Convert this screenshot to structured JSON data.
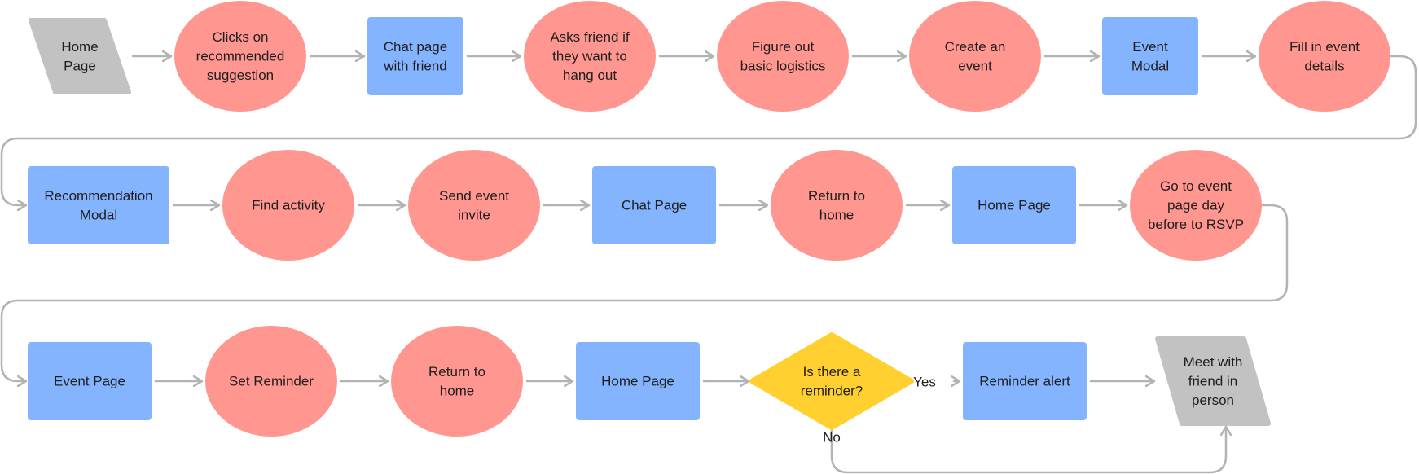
{
  "colors": {
    "process_fill": "#ff968f",
    "screen_fill": "#85b4ff",
    "terminal_fill": "#c2c2c2",
    "decision_fill": "#ffd02f",
    "connector": "#b3b3b3",
    "text": "#1e1e1e"
  },
  "nodes": [
    {
      "id": "n1",
      "type": "terminal",
      "lines": [
        "Home",
        "Page"
      ]
    },
    {
      "id": "n2",
      "type": "process",
      "lines": [
        "Clicks on",
        "recommended",
        "suggestion"
      ]
    },
    {
      "id": "n3",
      "type": "screen",
      "lines": [
        "Chat page",
        "with friend"
      ]
    },
    {
      "id": "n4",
      "type": "process",
      "lines": [
        "Asks friend if",
        "they want to",
        "hang out"
      ]
    },
    {
      "id": "n5",
      "type": "process",
      "lines": [
        "Figure out",
        "basic logistics"
      ]
    },
    {
      "id": "n6",
      "type": "process",
      "lines": [
        "Create an",
        "event"
      ]
    },
    {
      "id": "n7",
      "type": "screen",
      "lines": [
        "Event",
        "Modal"
      ]
    },
    {
      "id": "n8",
      "type": "process",
      "lines": [
        "Fill in event",
        "details"
      ]
    },
    {
      "id": "n9",
      "type": "screen",
      "lines": [
        "Recommendation",
        "Modal"
      ]
    },
    {
      "id": "n10",
      "type": "process",
      "lines": [
        "Find activity"
      ]
    },
    {
      "id": "n11",
      "type": "process",
      "lines": [
        "Send event",
        "invite"
      ]
    },
    {
      "id": "n12",
      "type": "screen",
      "lines": [
        "Chat Page"
      ]
    },
    {
      "id": "n13",
      "type": "process",
      "lines": [
        "Return to",
        "home"
      ]
    },
    {
      "id": "n14",
      "type": "screen",
      "lines": [
        "Home Page"
      ]
    },
    {
      "id": "n15",
      "type": "process",
      "lines": [
        "Go to event",
        "page day",
        "before to RSVP"
      ]
    },
    {
      "id": "n16",
      "type": "screen",
      "lines": [
        "Event Page"
      ]
    },
    {
      "id": "n17",
      "type": "process",
      "lines": [
        "Set Reminder"
      ]
    },
    {
      "id": "n18",
      "type": "process",
      "lines": [
        "Return to",
        "home"
      ]
    },
    {
      "id": "n19",
      "type": "screen",
      "lines": [
        "Home Page"
      ]
    },
    {
      "id": "n20",
      "type": "decision",
      "lines": [
        "Is there a",
        "reminder?"
      ]
    },
    {
      "id": "n21",
      "type": "screen",
      "lines": [
        "Reminder alert"
      ]
    },
    {
      "id": "n22",
      "type": "terminal",
      "lines": [
        "Meet with",
        "friend in",
        "person"
      ]
    }
  ],
  "edges": [
    {
      "from": "n1",
      "to": "n2"
    },
    {
      "from": "n2",
      "to": "n3"
    },
    {
      "from": "n3",
      "to": "n4"
    },
    {
      "from": "n4",
      "to": "n5"
    },
    {
      "from": "n5",
      "to": "n6"
    },
    {
      "from": "n6",
      "to": "n7"
    },
    {
      "from": "n7",
      "to": "n8"
    },
    {
      "from": "n8",
      "to": "n9"
    },
    {
      "from": "n9",
      "to": "n10"
    },
    {
      "from": "n10",
      "to": "n11"
    },
    {
      "from": "n11",
      "to": "n12"
    },
    {
      "from": "n12",
      "to": "n13"
    },
    {
      "from": "n13",
      "to": "n14"
    },
    {
      "from": "n14",
      "to": "n15"
    },
    {
      "from": "n15",
      "to": "n16"
    },
    {
      "from": "n16",
      "to": "n17"
    },
    {
      "from": "n17",
      "to": "n18"
    },
    {
      "from": "n18",
      "to": "n19"
    },
    {
      "from": "n19",
      "to": "n20"
    },
    {
      "from": "n20",
      "to": "n21",
      "label": "Yes"
    },
    {
      "from": "n21",
      "to": "n22"
    },
    {
      "from": "n20",
      "to": "n22",
      "label": "No"
    }
  ]
}
